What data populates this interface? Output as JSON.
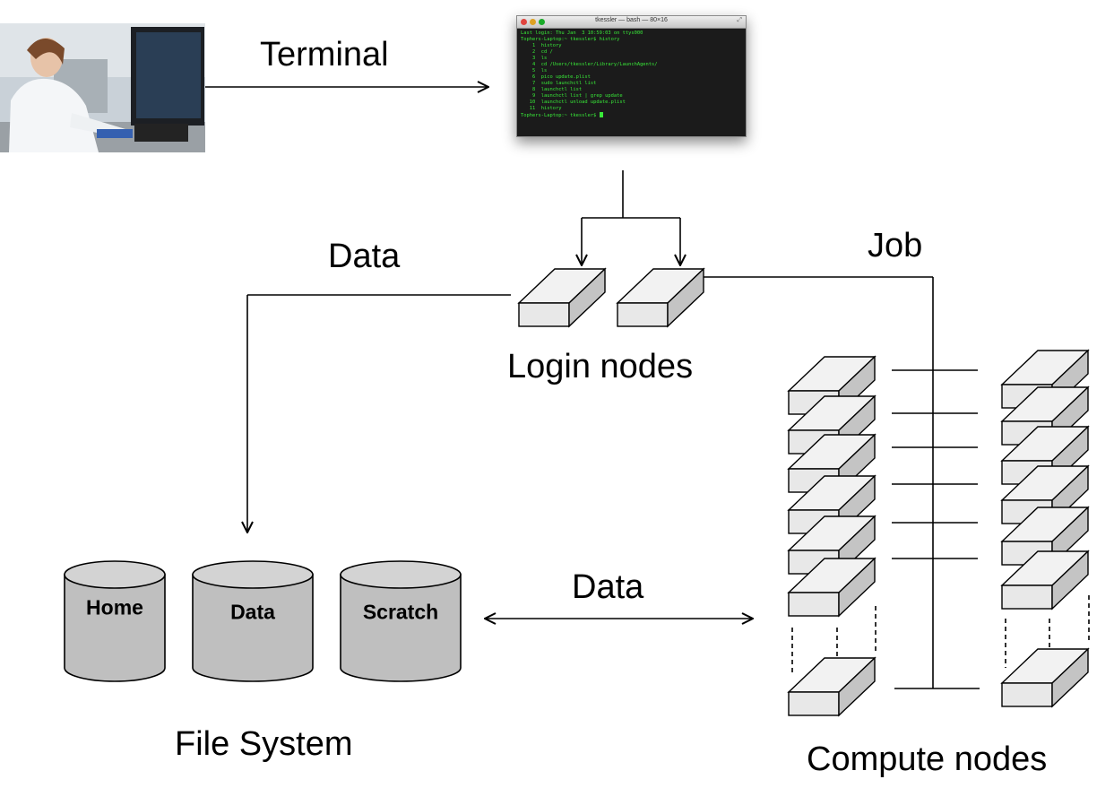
{
  "labels": {
    "terminal": "Terminal",
    "data_top": "Data",
    "job": "Job",
    "login_nodes": "Login nodes",
    "data_middle": "Data",
    "file_system": "File System",
    "compute_nodes": "Compute nodes"
  },
  "storage": [
    {
      "label": "Home"
    },
    {
      "label": "Data"
    },
    {
      "label": "Scratch"
    }
  ],
  "terminal_window": {
    "title": "tkessler — bash — 80×16",
    "lines": [
      "Last login: Thu Jan  3 10:59:03 on ttys000",
      "Tophers-Laptop:~ tkessler$ history",
      "    1  history",
      "    2  cd /",
      "    3  ls",
      "    4  cd /Users/tkessler/Library/LaunchAgents/",
      "    5  ls",
      "    6  pico update.plist",
      "    7  sudo launchctl list",
      "    8  launchctl list",
      "    9  launchctl list | grep update",
      "   10  launchctl unload update.plist",
      "   11  history"
    ],
    "prompt": "Tophers-Laptop:~ tkessler$ "
  },
  "colors": {
    "node_face": "#f2f2f2",
    "node_side": "#c4c4c4",
    "cylinder_fill": "#bfbfbf",
    "terminal_text": "#38e838",
    "terminal_bg": "#1b1b1b"
  }
}
